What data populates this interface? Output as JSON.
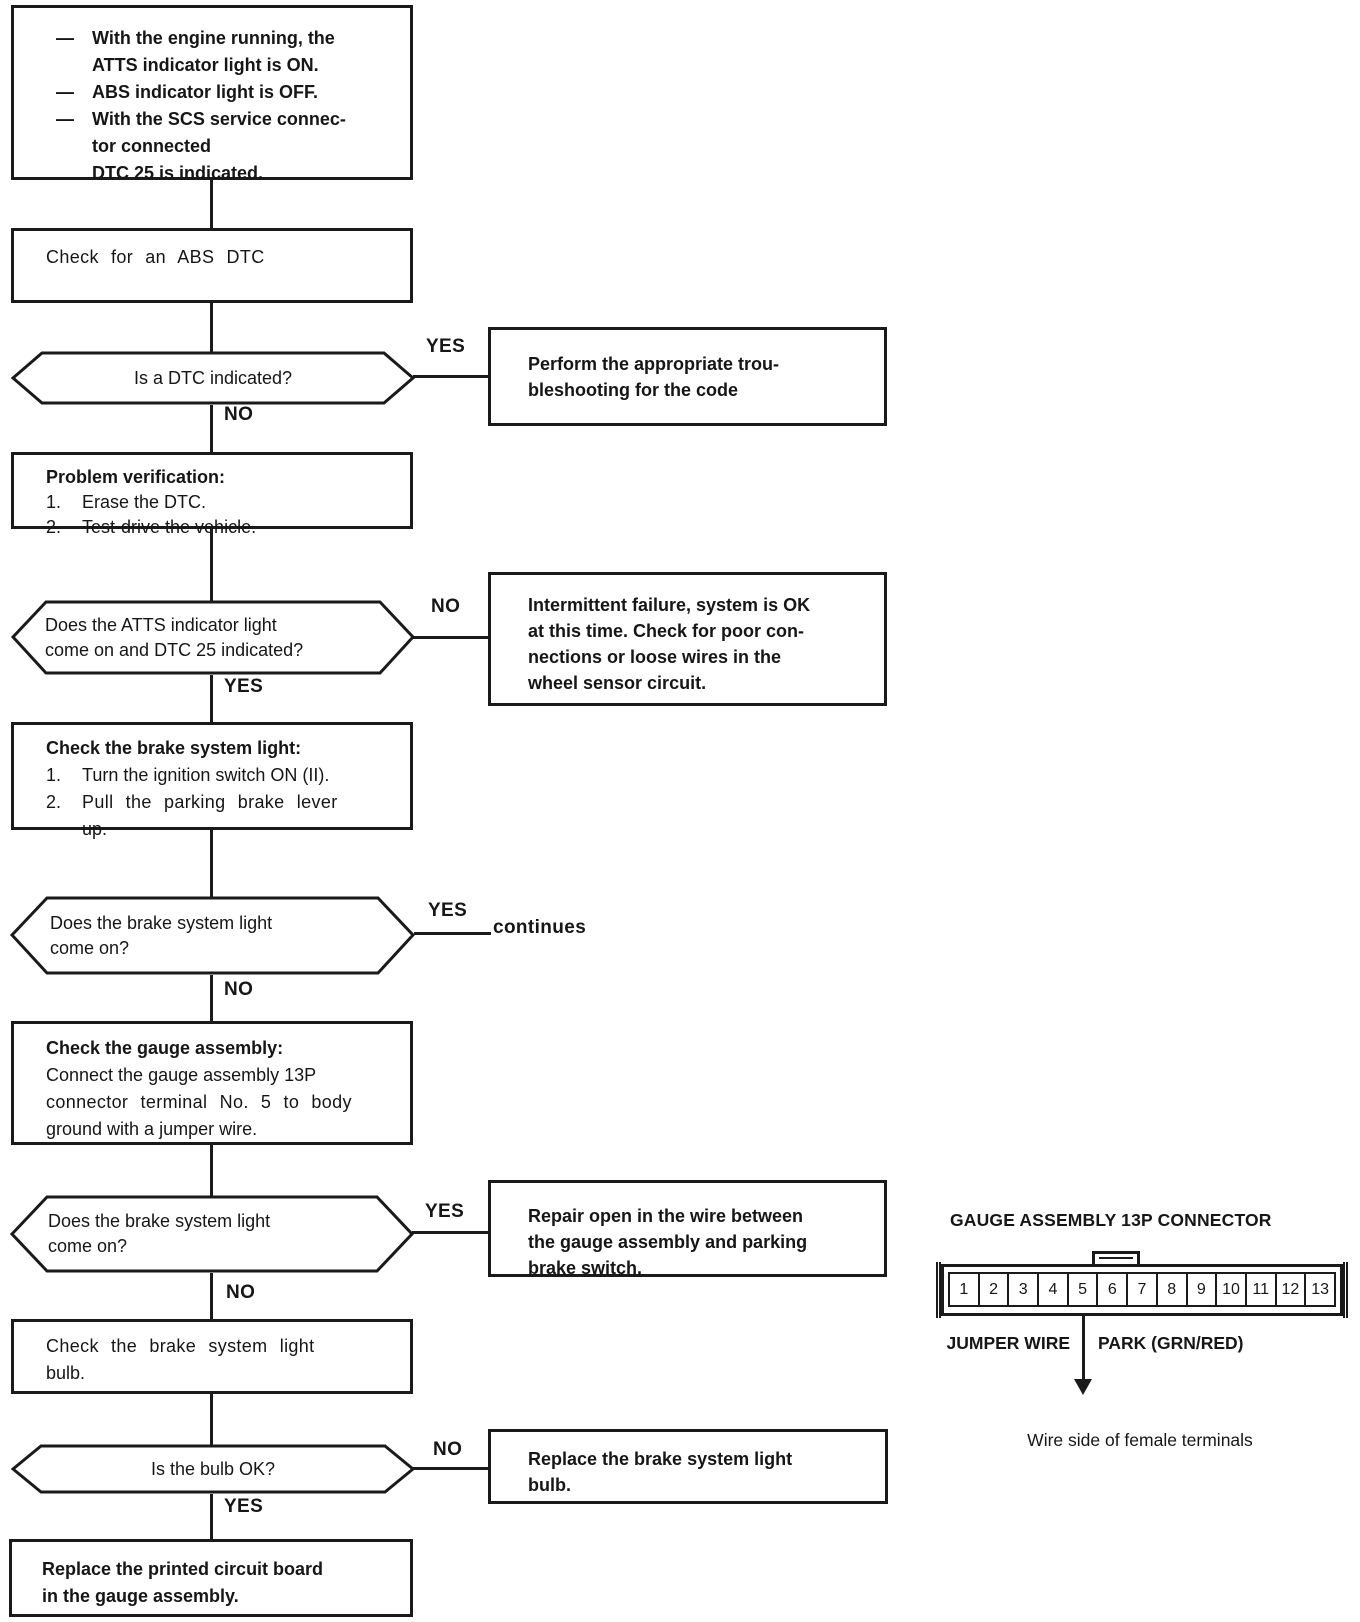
{
  "labels": {
    "yes": "YES",
    "no": "NO",
    "continues": "continues"
  },
  "flow": {
    "symptom": {
      "items": [
        {
          "marker": "—",
          "text": "With the engine running, the"
        },
        {
          "marker": "",
          "text": "ATTS indicator light is ON."
        },
        {
          "marker": "—",
          "text": "ABS indicator light is OFF."
        },
        {
          "marker": "—",
          "text": "With the SCS service connec-"
        },
        {
          "marker": "",
          "text": "tor connected"
        },
        {
          "marker": "",
          "text": "DTC 25 is indicated."
        }
      ]
    },
    "check_abs_dtc": {
      "text": "Check for an ABS DTC"
    },
    "q_dtc_indicated": {
      "text": "Is a DTC indicated?"
    },
    "perform_troubleshooting": {
      "lines": [
        "Perform the appropriate trou-",
        "bleshooting for the code"
      ]
    },
    "problem_verification": {
      "title": "Problem verification:",
      "items": [
        {
          "marker": "1.",
          "text": "Erase the DTC."
        },
        {
          "marker": "2.",
          "text": "Test-drive the vehicle."
        }
      ]
    },
    "q_atts_light": {
      "lines": [
        "Does the ATTS indicator light",
        "come on and DTC 25 indicated?"
      ]
    },
    "intermittent_failure": {
      "lines": [
        "Intermittent failure, system is OK",
        "at this time. Check for poor con-",
        "nections or loose wires in the",
        "wheel sensor circuit."
      ]
    },
    "check_brake_light": {
      "title": "Check the brake system light:",
      "items": [
        {
          "marker": "1.",
          "text": "Turn the ignition switch ON (II)."
        },
        {
          "marker": "2.",
          "text": "Pull the parking brake lever"
        },
        {
          "marker": "",
          "text": "up."
        }
      ]
    },
    "q_brake_light_1": {
      "lines": [
        "Does the brake system light",
        "come on?"
      ]
    },
    "check_gauge_assembly": {
      "title": "Check the gauge assembly:",
      "lines": [
        "Connect the gauge assembly 13P",
        "connector terminal No. 5 to body",
        "ground with a jumper wire."
      ]
    },
    "q_brake_light_2": {
      "lines": [
        "Does the brake system light",
        "come on?"
      ]
    },
    "repair_open_wire": {
      "lines": [
        "Repair open in the wire between",
        "the gauge assembly and parking",
        "brake switch."
      ]
    },
    "check_bulb": {
      "lines": [
        "Check the brake system light",
        "bulb."
      ]
    },
    "q_bulb_ok": {
      "text": "Is the bulb OK?"
    },
    "replace_bulb": {
      "lines": [
        "Replace the brake system light",
        "bulb."
      ]
    },
    "replace_pcb": {
      "lines": [
        "Replace the printed circuit board",
        "in the gauge assembly."
      ]
    }
  },
  "connector": {
    "title": "GAUGE ASSEMBLY 13P CONNECTOR",
    "pins": [
      "1",
      "2",
      "3",
      "4",
      "5",
      "6",
      "7",
      "8",
      "9",
      "10",
      "11",
      "12",
      "13"
    ],
    "jumper_label": "JUMPER WIRE",
    "park_label": "PARK (GRN/RED)",
    "caption": "Wire side of female terminals"
  },
  "colors": {
    "ink": "#1a1a1a",
    "background": "#ffffff"
  }
}
